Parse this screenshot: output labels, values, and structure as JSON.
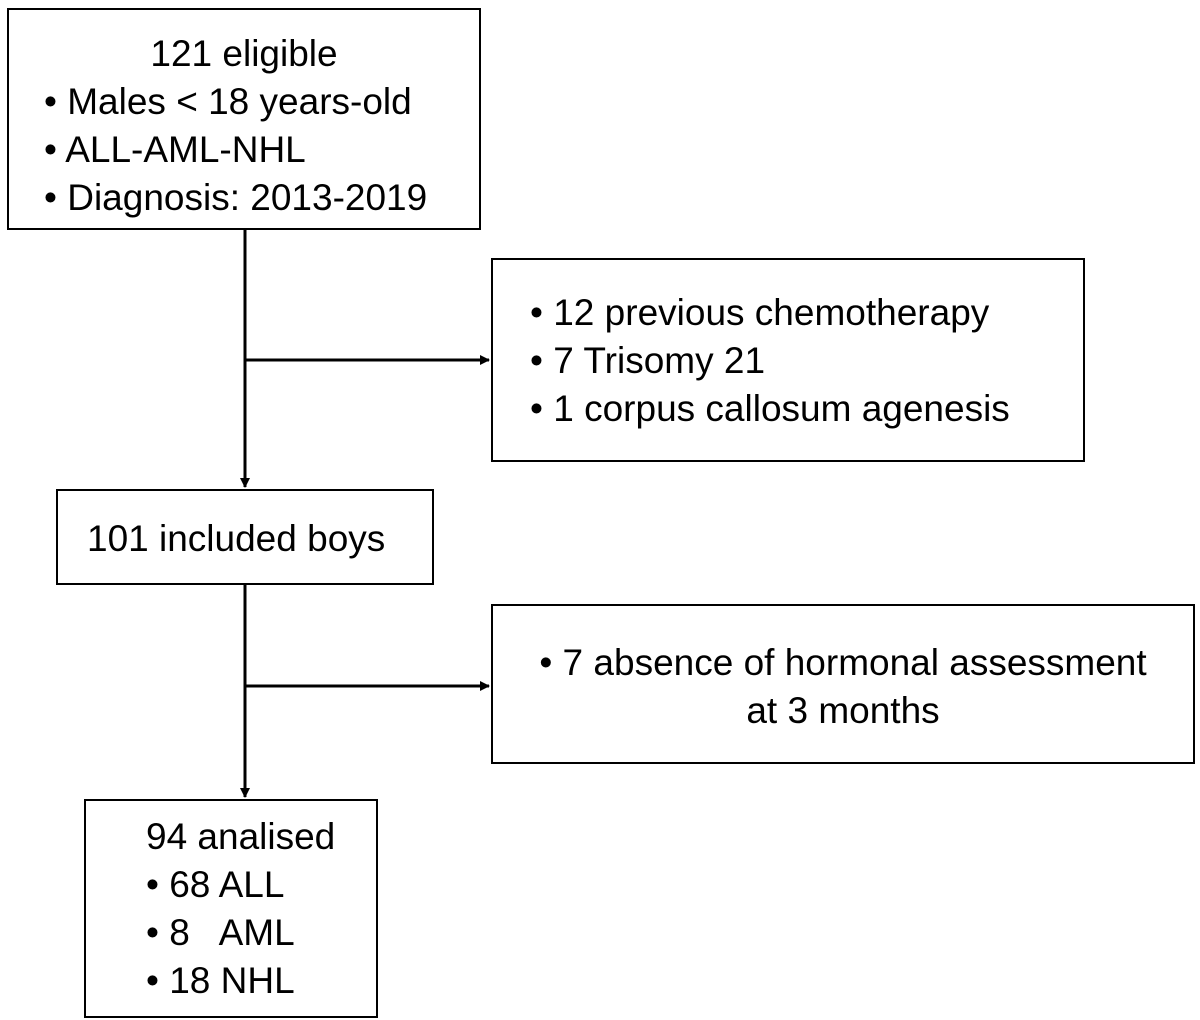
{
  "boxes": {
    "eligible": {
      "title": "121 eligible",
      "items": [
        "• Males < 18 years-old",
        "• ALL-AML-NHL",
        "• Diagnosis: 2013-2019"
      ]
    },
    "exclusion_1": {
      "items": [
        "• 12 previous chemotherapy",
        "• 7 Trisomy 21",
        "• 1 corpus callosum agenesis"
      ]
    },
    "included": {
      "title": "101 included boys"
    },
    "exclusion_2": {
      "lines": [
        "• 7 absence of hormonal assessment",
        "at 3 months"
      ]
    },
    "analysed": {
      "title": "94 analised",
      "items": [
        "• 68 ALL",
        "• 8   AML",
        "• 18 NHL"
      ]
    }
  }
}
